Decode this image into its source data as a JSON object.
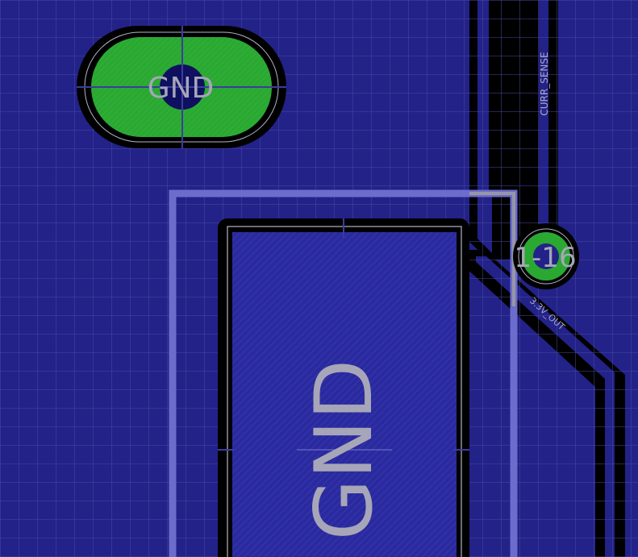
{
  "canvas": {
    "background": "#222288",
    "grid_color": "#4A4AA6",
    "copper_pour": "#2A2A9E",
    "clearance": "#000000",
    "pad_green": "#2AA832",
    "outline_color": "#7272CC",
    "silk_color": "#B4B4C8"
  },
  "pads": {
    "top_pad_label": "GND",
    "large_pad_label": "GND",
    "via_label": "1-16"
  },
  "nets": {
    "vertical_trace_label": "CURR_SENSE",
    "diagonal_trace_label": "3.3V_OUT"
  }
}
